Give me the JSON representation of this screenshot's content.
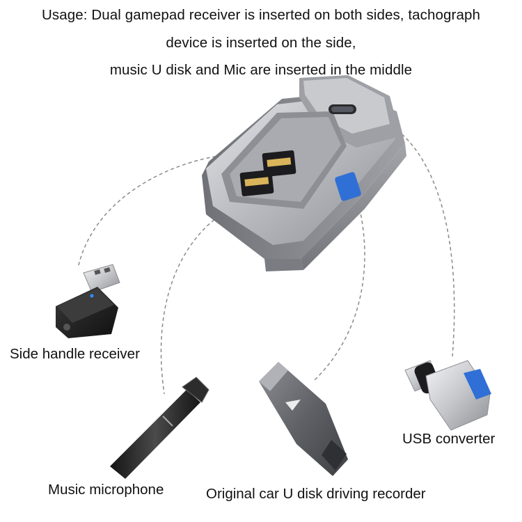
{
  "usage": {
    "line1": "Usage: Dual gamepad receiver is inserted on both sides, tachograph",
    "line2": "device is inserted on the side,",
    "line3": "music U disk and Mic are inserted in the middle"
  },
  "products": {
    "side_handle_receiver": "Side handle receiver",
    "usb_converter": "USB converter",
    "music_microphone": "Music microphone",
    "u_disk_recorder": "Original car U disk driving recorder"
  },
  "colors": {
    "hub_body": "#8c8e94",
    "hub_light": "#d6d7dc",
    "accent_blue": "#2f6fd6",
    "dashed_line": "#8a8a8a"
  },
  "icons": [
    "usb-hub-icon",
    "bluetooth-receiver-icon",
    "otg-converter-icon",
    "microphone-icon",
    "usb-drive-icon"
  ]
}
